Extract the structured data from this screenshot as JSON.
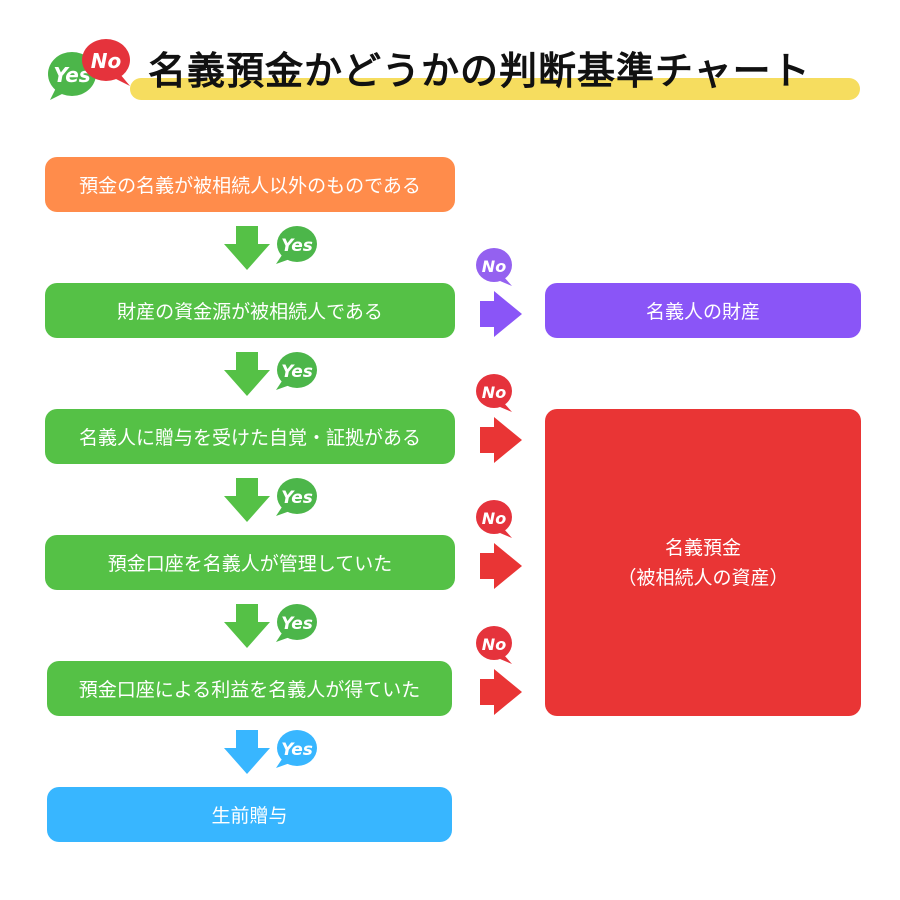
{
  "title": "名義預金かどうかの判断基準チャート",
  "logo": {
    "yes_text": "Yes",
    "no_text": "No"
  },
  "questions": [
    "預金の名義が被相続人以外のものである",
    "財産の資金源が被相続人である",
    "名義人に贈与を受けた自覚・証拠がある",
    "預金口座を名義人が管理していた",
    "預金口座による利益を名義人が得ていた"
  ],
  "results": {
    "gift": "生前贈与",
    "owner_asset": "名義人の財産",
    "nominee_line1": "名義預金",
    "nominee_line2": "（被相続人の資産）"
  },
  "labels": {
    "yes": "Yes",
    "no": "No"
  },
  "colors": {
    "orange": "#ff8c4b",
    "green": "#55c146",
    "blue": "#38b6ff",
    "purple": "#8a55f7",
    "red": "#e93535",
    "yes_bubble": "#4cb64a",
    "no_bubble_red": "#e5333c",
    "no_bubble_purple": "#9461f0",
    "highlight": "#f5d94e"
  }
}
